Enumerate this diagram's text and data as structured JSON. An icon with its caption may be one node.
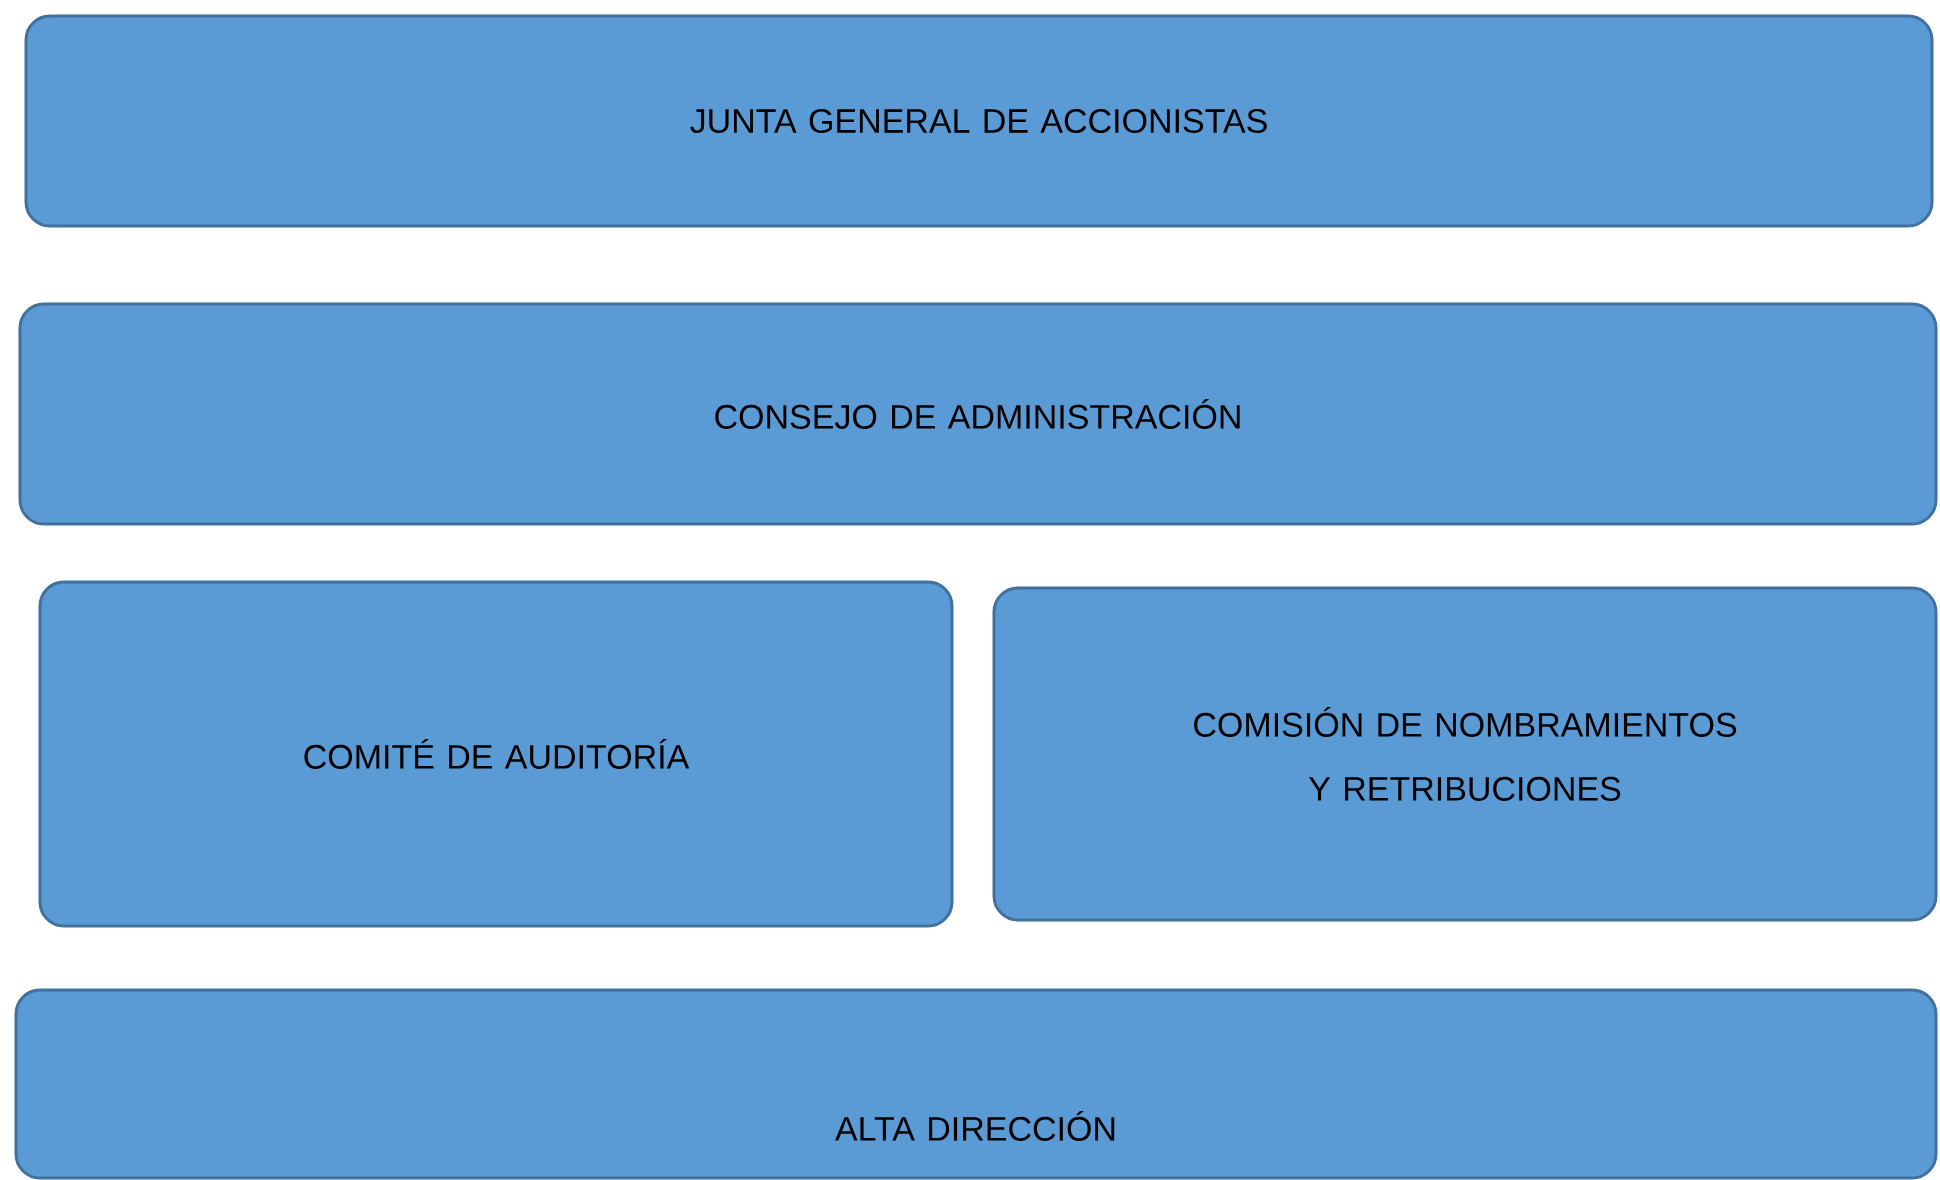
{
  "diagram": {
    "nodes": [
      {
        "text": [
          "JUNTA GENERAL DE ACCIONISTAS"
        ]
      },
      {
        "text": [
          "CONSEJO DE ADMINISTRACIÓN"
        ]
      },
      {
        "text": [
          "COMITÉ DE AUDITORÍA"
        ]
      },
      {
        "text": [
          "COMISIÓN DE NOMBRAMIENTOS Y RETRIBUCIONES"
        ]
      },
      {
        "text": [
          "ALTA DIRECCIÓN"
        ]
      }
    ]
  }
}
